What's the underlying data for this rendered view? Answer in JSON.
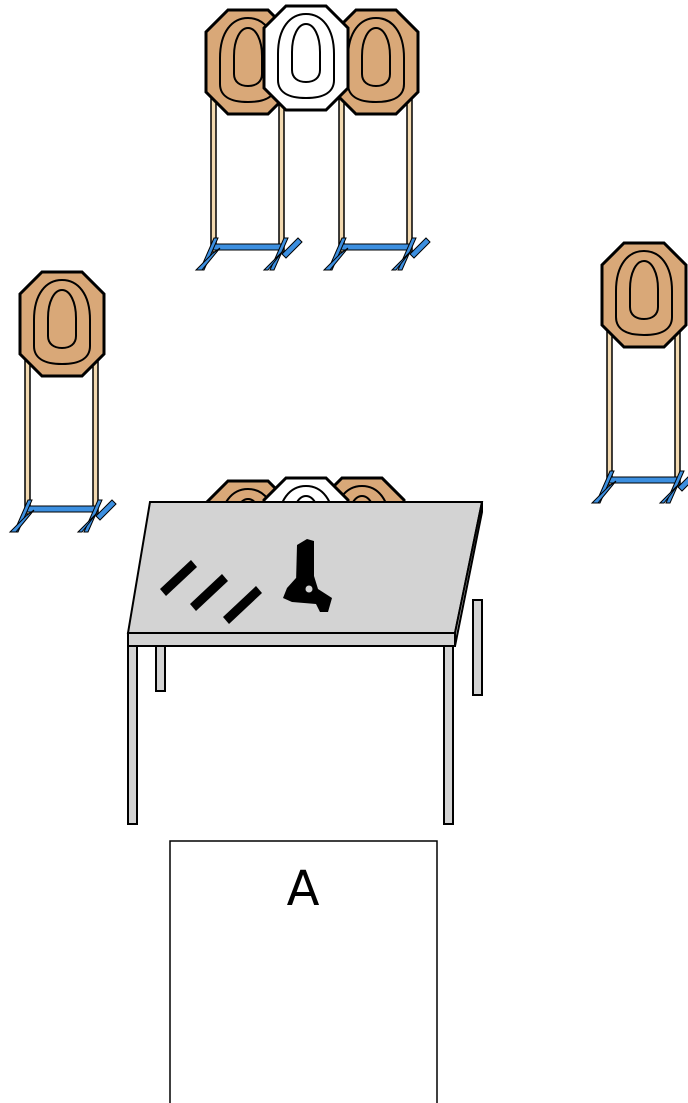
{
  "box": {
    "label": "A"
  },
  "colors": {
    "target_tan": "#D9A878",
    "target_white": "#FFFFFF",
    "no_shoot": "white",
    "stand_blue": "#3C8FE0",
    "table_top": "#D3D3D3",
    "outline": "#000000",
    "pistol": "#000000"
  },
  "elements": {
    "targets": [
      {
        "id": "top-left-target",
        "kind": "shoot"
      },
      {
        "id": "top-center-no-shoot-target",
        "kind": "no-shoot"
      },
      {
        "id": "top-right-target",
        "kind": "shoot"
      },
      {
        "id": "left-target",
        "kind": "shoot"
      },
      {
        "id": "right-target",
        "kind": "shoot"
      },
      {
        "id": "behind-table-left-target",
        "kind": "shoot"
      },
      {
        "id": "behind-table-no-shoot-target",
        "kind": "no-shoot"
      },
      {
        "id": "behind-table-right-target",
        "kind": "shoot"
      }
    ],
    "props": [
      "table",
      "pistol-icon",
      "magazine-1",
      "magazine-2",
      "magazine-3",
      "shooting-box-a"
    ]
  }
}
